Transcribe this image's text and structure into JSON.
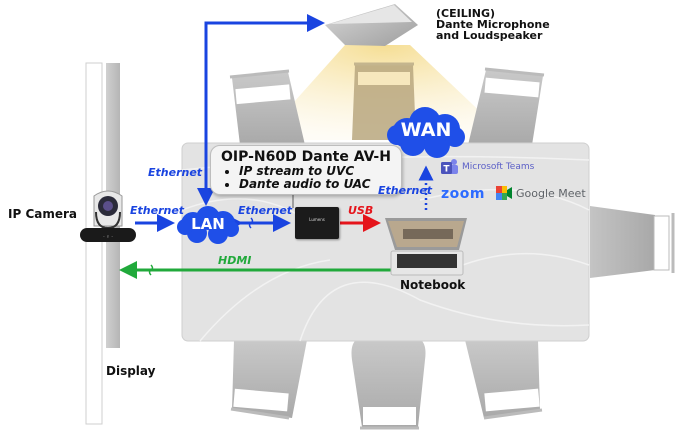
{
  "labels": {
    "ceiling_line1": "(CEILING)",
    "ceiling_line2": "Dante Microphone",
    "ceiling_line3": "and Loudspeaker",
    "ip_camera": "IP Camera",
    "display": "Display",
    "notebook": "Notebook",
    "lan": "LAN",
    "wan": "WAN"
  },
  "callout": {
    "title": "OIP-N60D Dante AV-H",
    "bullets": [
      "IP stream to UVC",
      "Dante audio to UAC"
    ]
  },
  "connections": {
    "camera_to_lan": "Ethernet",
    "lan_to_ceiling": "Ethernet",
    "lan_to_device": "Ethernet",
    "device_to_notebook": "USB",
    "notebook_to_wan": "Ethernet",
    "notebook_to_display": "HDMI"
  },
  "apps": {
    "teams": "Microsoft Teams",
    "zoom": "zoom",
    "meet": "Google Meet"
  },
  "device": {
    "brand": "Lumens"
  },
  "colors": {
    "ethernet": "#1a44e0",
    "usb": "#e5141b",
    "hdmi": "#21a93b",
    "cloud": "#1f4fe8",
    "table": "#e3e3e3",
    "light": "#f7e7b4"
  }
}
